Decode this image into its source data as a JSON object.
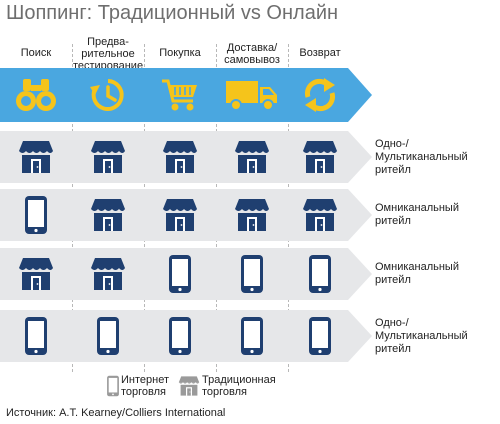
{
  "title": "Шоппинг: Традиционный  vs Онлайн",
  "stages": [
    {
      "label": "Поиск",
      "icon": "binoculars-icon"
    },
    {
      "label": "Предва-\nрительное\nтестирование",
      "icon": "timer-icon"
    },
    {
      "label": "Покупка",
      "icon": "shopping-cart-icon"
    },
    {
      "label": "Доставка/\nсамовывоз",
      "icon": "delivery-truck-icon"
    },
    {
      "label": "Возврат",
      "icon": "return-arrows-icon"
    }
  ],
  "rows": [
    {
      "label": "Одно-/\nМультиканальный\nритейл",
      "cells": [
        "store",
        "store",
        "store",
        "store",
        "store"
      ]
    },
    {
      "label": "Омниканальный\nритейл",
      "cells": [
        "phone",
        "store",
        "store",
        "store",
        "store"
      ]
    },
    {
      "label": "Омниканальный\nритейл",
      "cells": [
        "store",
        "store",
        "phone",
        "phone",
        "phone"
      ]
    },
    {
      "label": "Одно-/\nМультиканальный\nритейл",
      "cells": [
        "phone",
        "phone",
        "phone",
        "phone",
        "phone"
      ]
    }
  ],
  "legend": [
    {
      "icon": "phone",
      "label": "Интернет\nторговля"
    },
    {
      "icon": "store",
      "label": "Традиционная\nторговля"
    }
  ],
  "source": "Источник: A.T. Kearney/Colliers International",
  "colors": {
    "title": "#6e6e6e",
    "header_band": "#4aa7e0",
    "header_icon": "#f5c41b",
    "row_band": "#e6e7e9",
    "icon": "#1f3f70",
    "legend_icon": "#9a9a9a"
  }
}
